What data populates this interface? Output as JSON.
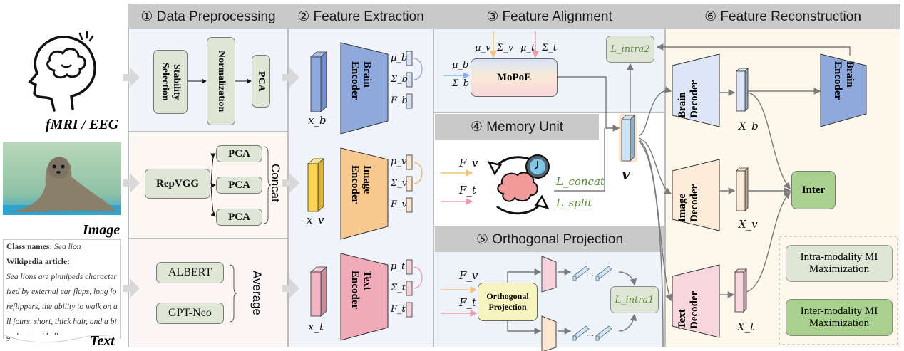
{
  "inputs": {
    "brain_label": "fMRI / EEG",
    "image_label": "Image",
    "text_label": "Text",
    "text_doc": {
      "class_label": "Class names:",
      "class_value": "Sea lion",
      "article_label": "Wikipedia article:",
      "article_lines": [
        "Sea lions are pinnipeds character",
        "ized by external ear flaps, long fo",
        "reflippers, the ability to walk on a",
        "ll fours, short, thick hair, and a bi",
        "g chest and belly.…"
      ]
    }
  },
  "sections": {
    "s1": "① Data Preprocessing",
    "s2": "② Feature Extraction",
    "s3": "③ Feature Alignment",
    "s4": "④ Memory Unit",
    "s5": "⑤ Orthogonal Projection",
    "s6": "⑥ Feature Reconstruction"
  },
  "preprocessing": {
    "brain": [
      "Stability Selection",
      "Normalization",
      "PCA"
    ],
    "image": {
      "backbone": "RepVGG",
      "branches": [
        "PCA",
        "PCA",
        "PCA"
      ],
      "merge": "Concat"
    },
    "text": {
      "models": [
        "ALBERT",
        "GPT-Neo"
      ],
      "merge": "Average"
    }
  },
  "extraction": {
    "brain": {
      "input": "x_b",
      "encoder": "Brain Encoder",
      "outputs": [
        "μ_b",
        "Σ_b",
        "F_b"
      ],
      "color": "#8fa9dc"
    },
    "image": {
      "input": "x_v",
      "encoder": "Image Encoder",
      "outputs": [
        "μ_v",
        "Σ_v",
        "F_v"
      ],
      "color": "#f7c98e"
    },
    "text": {
      "input": "x_t",
      "encoder": "Text Encoder",
      "outputs": [
        "μ_t",
        "Σ_t",
        "F_t"
      ],
      "color": "#f1aab8"
    }
  },
  "alignment": {
    "module": "MoPoE",
    "inputs_top": [
      "μ_v",
      "Σ_v",
      "μ_t",
      "Σ_t"
    ],
    "inputs_left": [
      "μ_b",
      "Σ_b"
    ],
    "loss": "L_intra2",
    "latent": "v"
  },
  "memory": {
    "inputs": [
      "F_v",
      "F_t"
    ],
    "losses": [
      "L_concat",
      "L_split"
    ]
  },
  "orthogonal": {
    "module": "Orthogonal Projection",
    "inputs": [
      "F_v",
      "F_t"
    ],
    "loss": "L_intra1"
  },
  "reconstruction": {
    "decoders": [
      {
        "name": "Brain Decoder",
        "output": "X_b",
        "color": "#dde6f6"
      },
      {
        "name": "Image Decoder",
        "output": "X_v",
        "color": "#fcebd6"
      },
      {
        "name": "Text Decoder",
        "output": "X_t",
        "color": "#f8d6de"
      }
    ],
    "re_encoder": "Brain Encoder",
    "inter": "Inter",
    "legend": [
      "Intra-modality MI Maximization",
      "Inter-modality MI Maximization"
    ]
  },
  "colors": {
    "header_bg": "#c9c9c9",
    "box_green": "#dfe6d6",
    "box_green_dark": "#a9d08e",
    "loss_text": "#5b8a3a"
  }
}
